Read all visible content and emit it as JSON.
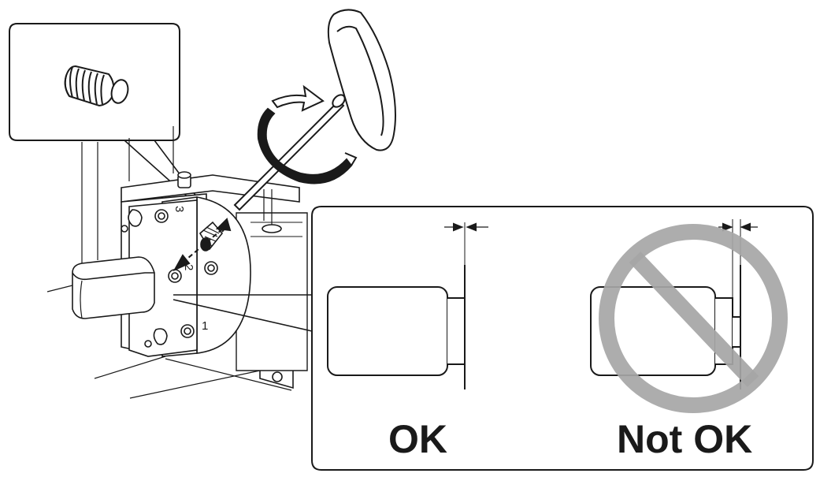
{
  "labels": {
    "ok": "OK",
    "not_ok": "Not OK",
    "position_1": "1",
    "position_2": "2",
    "position_3": "3"
  },
  "icons": {
    "set_screw": "set-screw-icon",
    "hex_key": "t-handle-hex-key-icon",
    "rotation": "clockwise-rotation-arrow-icon",
    "prohibited": "prohibited-circle-icon"
  },
  "colors": {
    "line": "#1a1a1a",
    "prohibited": "#a6a6a6",
    "background": "#ffffff"
  }
}
